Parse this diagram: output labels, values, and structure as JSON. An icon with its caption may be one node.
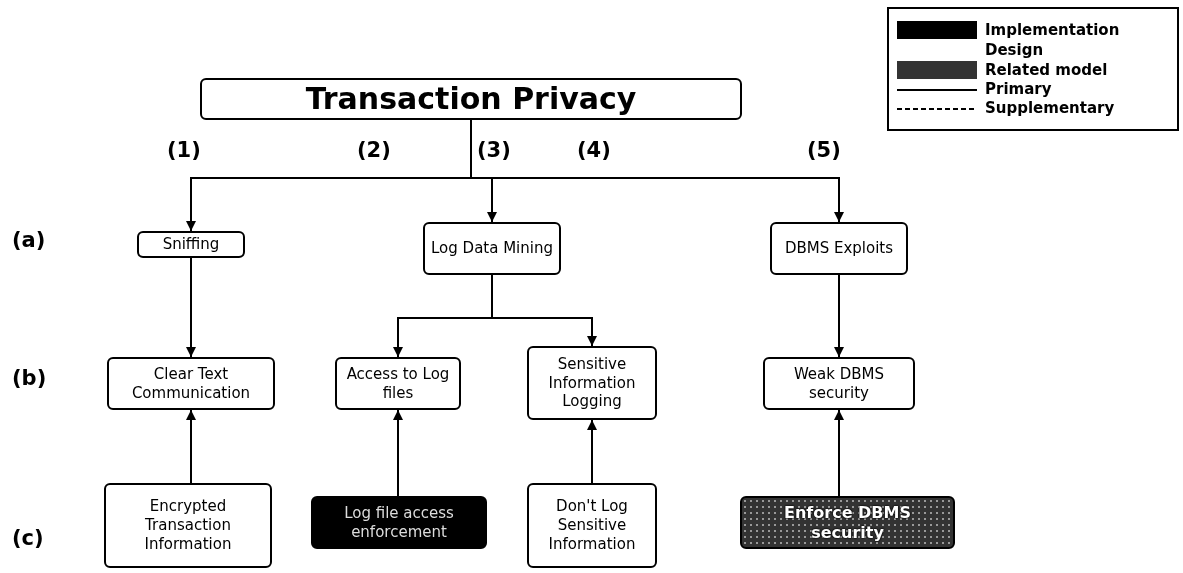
{
  "diagram": {
    "nodes": [
      {
        "text": [
          "Transaction Privacy"
        ]
      },
      {
        "text": [
          "Sniffing"
        ]
      },
      {
        "text": [
          "Log Data Mining"
        ]
      },
      {
        "text": [
          "DBMS Exploits"
        ]
      },
      {
        "text": [
          "Clear Text Communication"
        ]
      },
      {
        "text": [
          "Access to Log files"
        ]
      },
      {
        "text": [
          "Sensitive Information Logging"
        ]
      },
      {
        "text": [
          "Weak DBMS security"
        ]
      },
      {
        "text": [
          "Encrypted Transaction Information"
        ]
      },
      {
        "text": [
          "Log file access enforcement"
        ]
      },
      {
        "text": [
          "Don't Log Sensitive Information"
        ]
      },
      {
        "text": [
          "Enforce DBMS security"
        ]
      }
    ],
    "edges": [
      {
        "from": 0,
        "to": 1,
        "arrow": "to"
      },
      {
        "from": 0,
        "to": 2,
        "arrow": "to"
      },
      {
        "from": 0,
        "to": 3,
        "arrow": "to"
      },
      {
        "from": 1,
        "to": 4,
        "arrow": "to"
      },
      {
        "from": 2,
        "to": 5,
        "arrow": "to"
      },
      {
        "from": 2,
        "to": 6,
        "arrow": "to"
      },
      {
        "from": 3,
        "to": 7,
        "arrow": "to"
      },
      {
        "from": 8,
        "to": 4,
        "arrow": "to"
      },
      {
        "from": 9,
        "to": 5,
        "arrow": "to"
      },
      {
        "from": 10,
        "to": 6,
        "arrow": "to"
      },
      {
        "from": 11,
        "to": 7,
        "arrow": "to"
      }
    ],
    "labels": [
      "(1)",
      "(2)",
      "(3)",
      "(4)",
      "(5)",
      "(a)",
      "(b)",
      "(c)"
    ],
    "legend": [
      {
        "text": "Implementation",
        "color": "#000000"
      },
      {
        "text": "Design",
        "color": "#ffffff"
      },
      {
        "text": "Related model",
        "color": "#333333"
      },
      {
        "text": "Primary"
      },
      {
        "text": "Supplementary"
      }
    ]
  }
}
